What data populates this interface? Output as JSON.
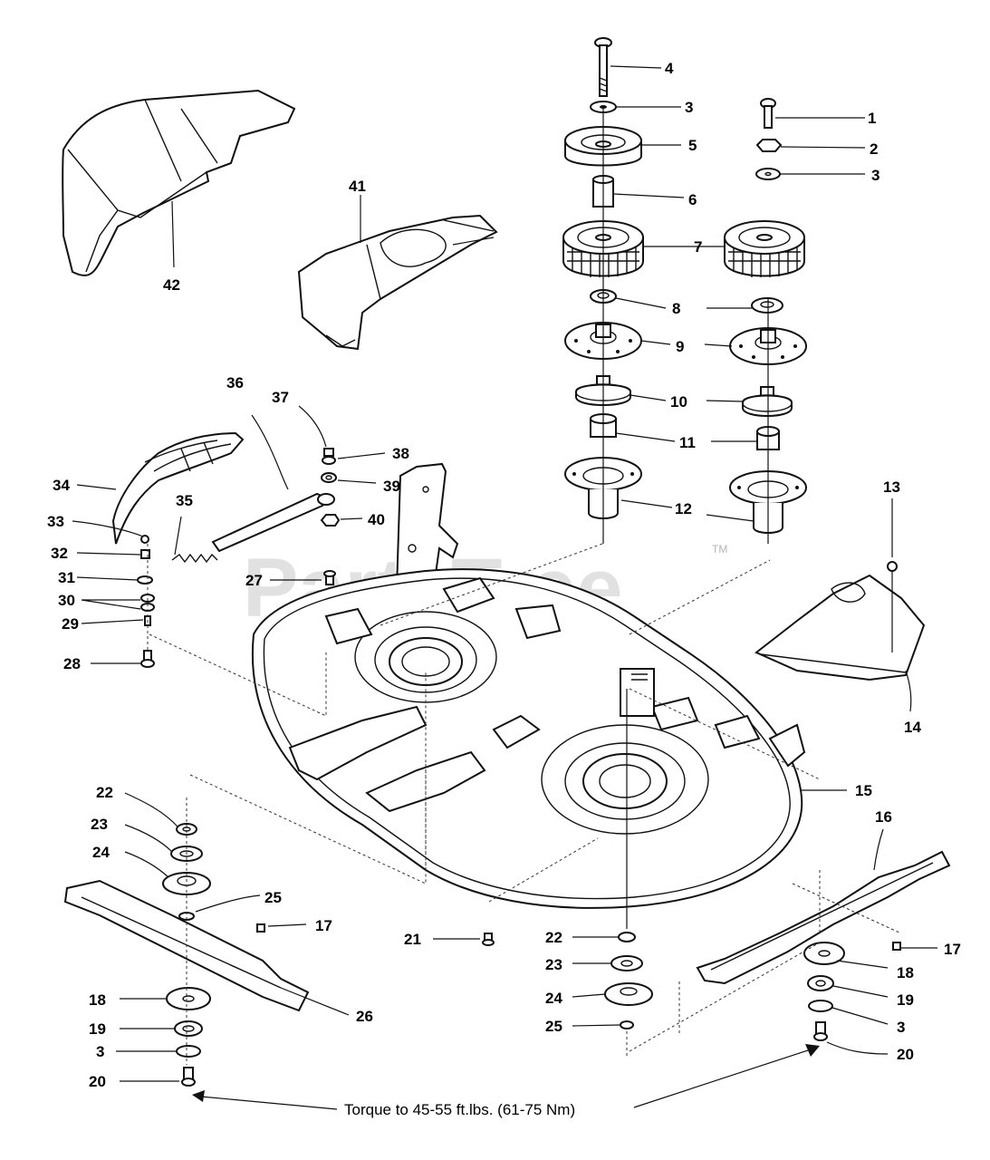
{
  "watermark": {
    "brand": "PartsTree",
    "tm": "TM"
  },
  "note": {
    "torque": "Torque to 45-55 ft.lbs. (61-75 Nm)"
  },
  "callouts": {
    "c1": "1",
    "c2": "2",
    "c3a": "3",
    "c3b": "3",
    "c3c": "3",
    "c3d": "3",
    "c4": "4",
    "c5": "5",
    "c6": "6",
    "c7": "7",
    "c8": "8",
    "c9": "9",
    "c10": "10",
    "c11": "11",
    "c12": "12",
    "c13": "13",
    "c14": "14",
    "c15": "15",
    "c16": "16",
    "c17a": "17",
    "c17b": "17",
    "c18a": "18",
    "c18b": "18",
    "c19a": "19",
    "c19b": "19",
    "c20a": "20",
    "c20b": "20",
    "c21": "21",
    "c22a": "22",
    "c22b": "22",
    "c23a": "23",
    "c23b": "23",
    "c24a": "24",
    "c24b": "24",
    "c25a": "25",
    "c25b": "25",
    "c26": "26",
    "c27": "27",
    "c28": "28",
    "c29": "29",
    "c30": "30",
    "c31": "31",
    "c32": "32",
    "c33": "33",
    "c34": "34",
    "c35": "35",
    "c36": "36",
    "c37": "37",
    "c38": "38",
    "c39": "39",
    "c40": "40",
    "c41": "41",
    "c42": "42"
  }
}
